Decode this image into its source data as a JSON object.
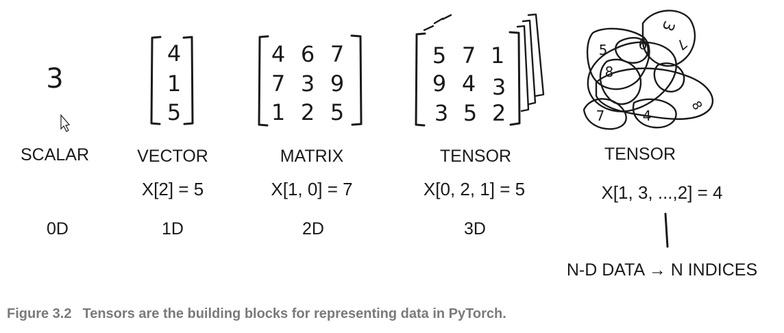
{
  "scalar": {
    "value": "3",
    "label": "SCALAR",
    "dim": "0D"
  },
  "vector": {
    "values": [
      "4",
      "1",
      "5"
    ],
    "label": "VECTOR",
    "index": "X[2] = 5",
    "dim": "1D"
  },
  "matrix": {
    "rows": [
      [
        "4",
        "6",
        "7"
      ],
      [
        "7",
        "3",
        "9"
      ],
      [
        "1",
        "2",
        "5"
      ]
    ],
    "label": "MATRIX",
    "index": "X[1, 0] = 7",
    "dim": "2D"
  },
  "tensor3d": {
    "rows": [
      [
        "5",
        "7",
        "1"
      ],
      [
        "9",
        "4",
        "3"
      ],
      [
        "3",
        "5",
        "2"
      ]
    ],
    "label": "TENSOR",
    "index": "X[0, 2, 1] = 5",
    "dim": "3D"
  },
  "tensornd": {
    "digits": [
      "5",
      "6",
      "3",
      "7",
      "8",
      "7",
      "4",
      "8"
    ],
    "label": "TENSOR",
    "index": "X[1, 3, ...,2] = 4",
    "note": "N-D DATA → N INDICES"
  },
  "caption": {
    "number": "Figure 3.2",
    "text": "Tensors are the building blocks for representing data in PyTorch."
  }
}
